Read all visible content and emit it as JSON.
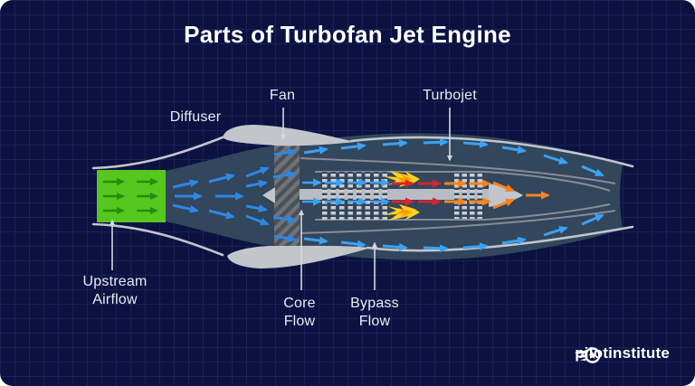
{
  "title": "Parts of Turbofan Jet Engine",
  "engine_labels": {
    "diffuser": "Diffuser",
    "fan": "Fan",
    "turbojet": "Turbojet"
  },
  "flow_labels": {
    "upstream": [
      "Upstream",
      "Airflow"
    ],
    "core": [
      "Core",
      "Flow"
    ],
    "bypass": [
      "Bypass",
      "Flow"
    ]
  },
  "logo": {
    "text": "pilotinstitute",
    "icon": "winged-star-badge-icon"
  },
  "colors": {
    "background": "#0B1140",
    "grid_line": "#1A2153",
    "engine_body": "#32465C",
    "outline_gray": "#C2C6CB",
    "inner_line_gray": "#878C94",
    "upstream_box_green": "#55C71E",
    "upstream_arrow_green": "#1E8F0F",
    "airflow_blue": "#2E87E5",
    "bypass_blue": "#3BA1F2",
    "combustion_red": "#D6242C",
    "exhaust_orange": "#F5831E",
    "flame_yellow": "#FFD21C",
    "flame_orange": "#F59C07",
    "pointer_gray": "#D5D8DE",
    "text_white": "#EAECF2"
  }
}
